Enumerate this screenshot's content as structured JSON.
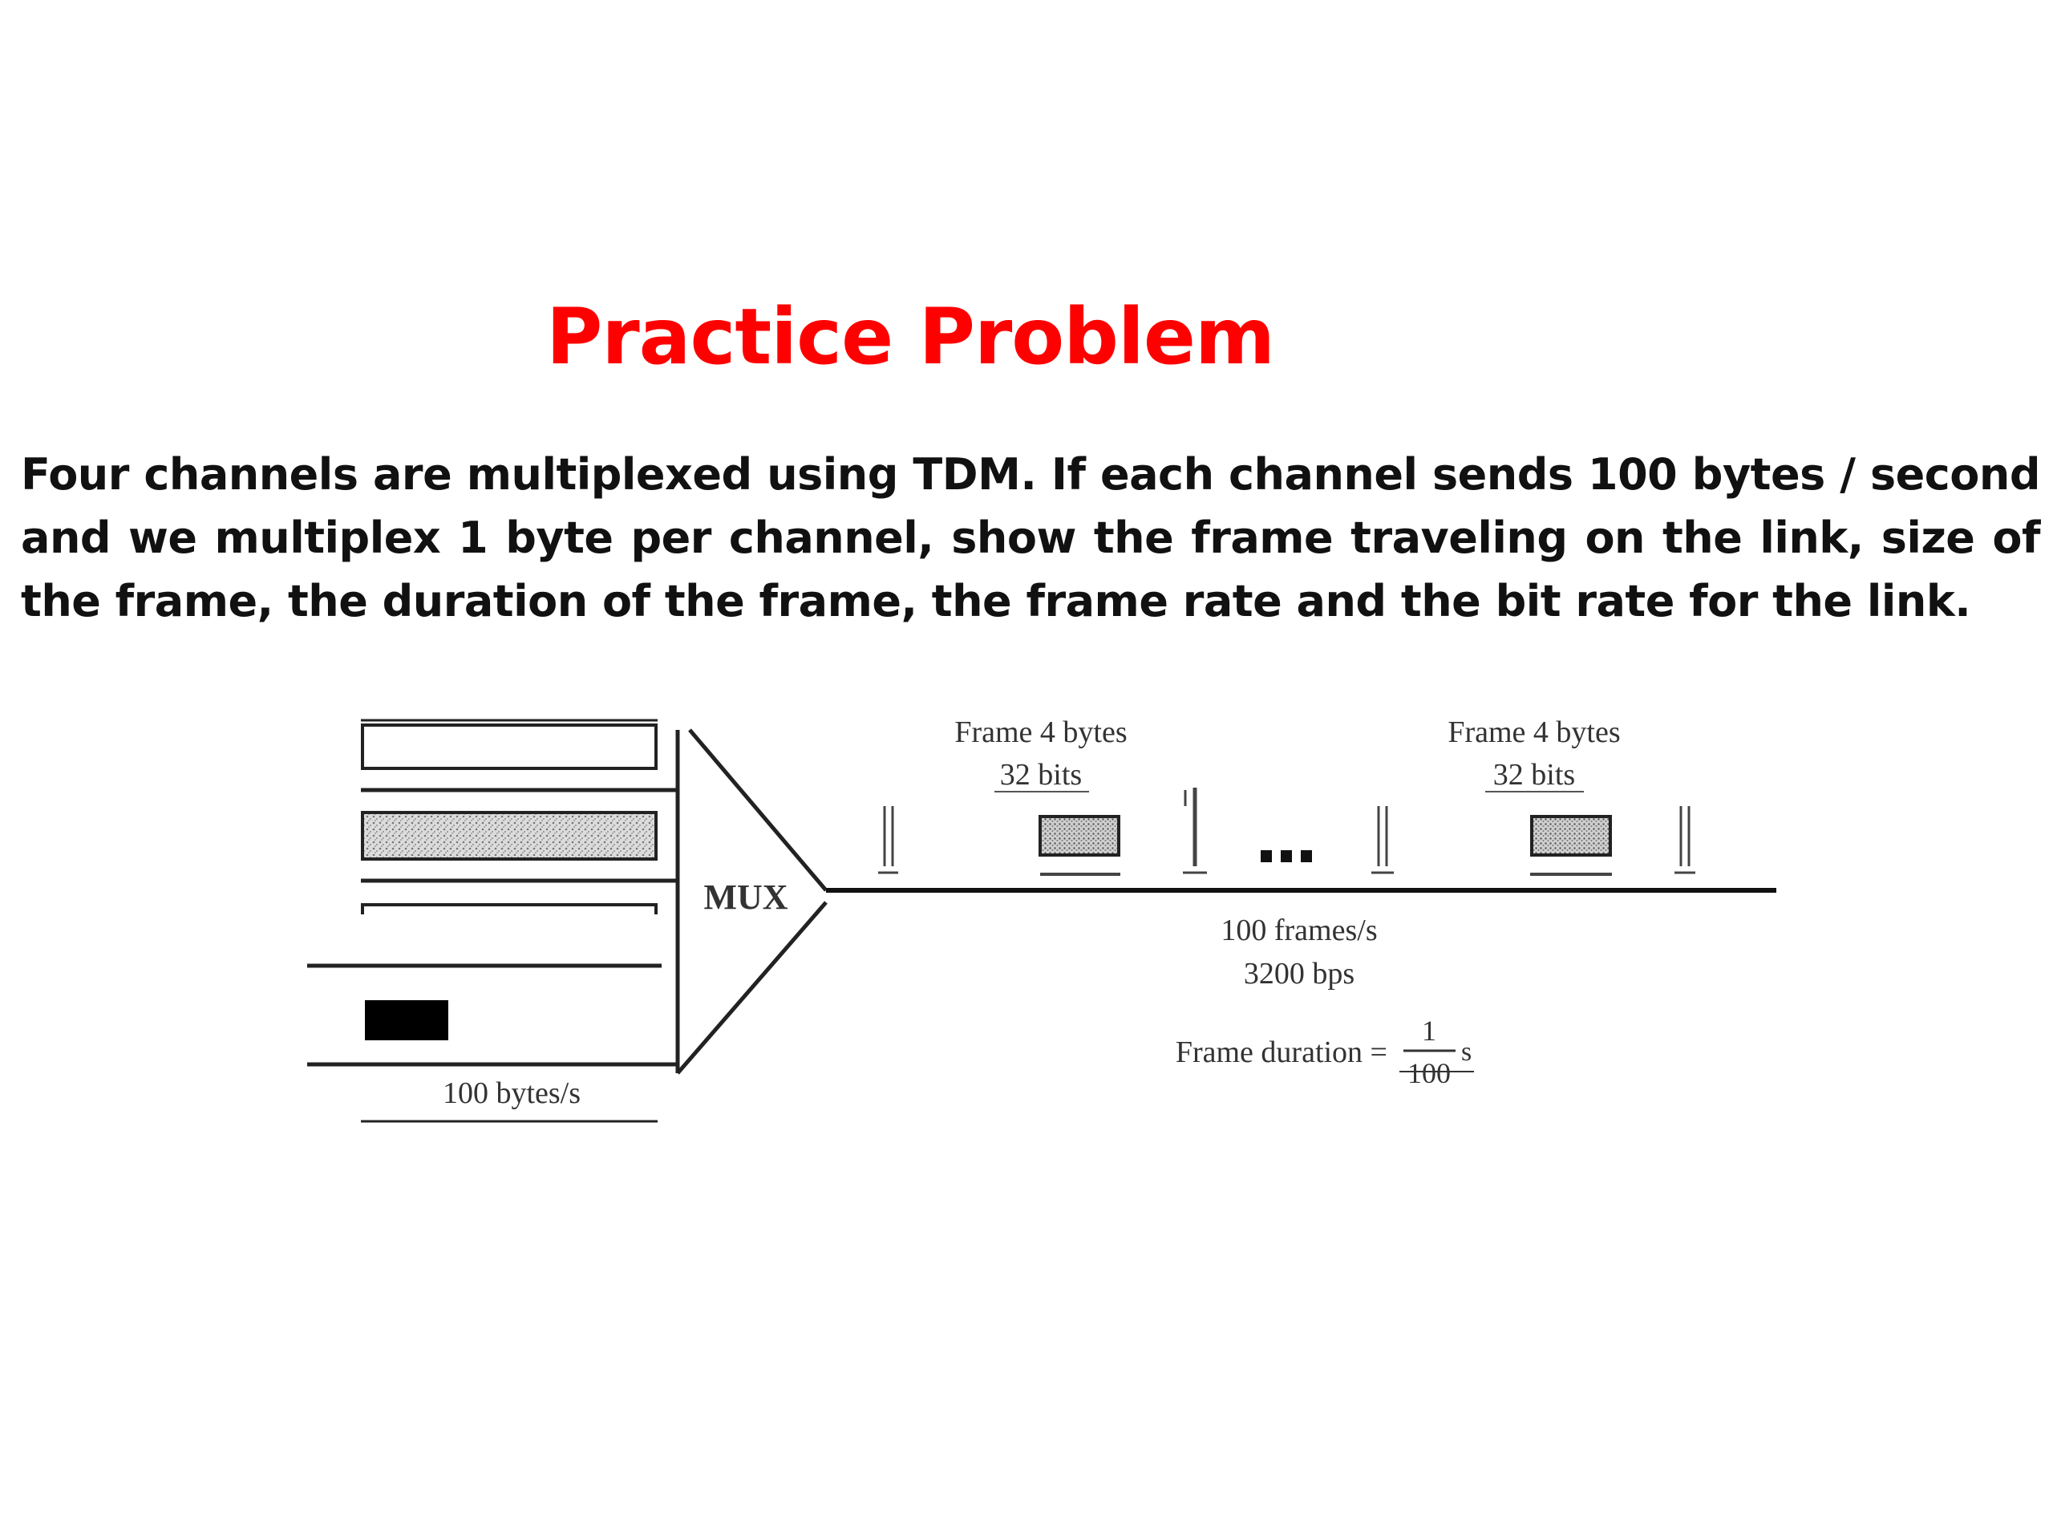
{
  "slide": {
    "title": "Practice Problem",
    "problem": "Four channels are multiplexed using TDM. If each channel sends 100 bytes / second and we multiplex 1 byte per channel, show the frame traveling on the link, size of the frame, the duration of the frame, the frame rate and the bit rate for the link."
  },
  "diagram": {
    "mux_label": "MUX",
    "input_rate": "100 bytes/s",
    "frames": [
      {
        "size_bytes": "Frame 4 bytes",
        "size_bits": "32 bits"
      },
      {
        "size_bytes": "Frame 4 bytes",
        "size_bits": "32 bits"
      }
    ],
    "ellipsis": "...",
    "frame_rate": "100 frames/s",
    "bit_rate": "3200 bps",
    "frame_duration_label": "Frame duration =",
    "frame_duration_numerator": "1",
    "frame_duration_denominator": "100",
    "frame_duration_unit": "s"
  }
}
